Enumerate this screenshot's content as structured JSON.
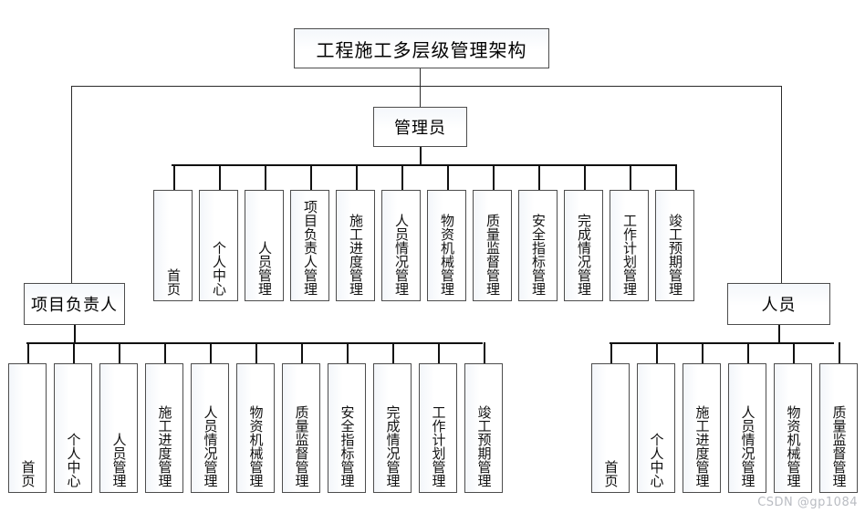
{
  "diagram": {
    "type": "org-chart",
    "title": "工程施工多层级管理架构",
    "watermark": "CSDN @gp1084",
    "levels": [
      {
        "level": 1,
        "nodes": [
          {
            "label": "工程施工多层级管理架构"
          }
        ]
      },
      {
        "level": 2,
        "nodes": [
          {
            "label": "管理员"
          },
          {
            "label": "项目负责人"
          },
          {
            "label": "人员"
          }
        ]
      }
    ],
    "root": {
      "label": "工程施工多层级管理架构"
    },
    "admin": {
      "label": "管理员",
      "children": [
        {
          "label": "首页"
        },
        {
          "label": "个人中心"
        },
        {
          "label": "人员管理"
        },
        {
          "label": "项目负责人管理"
        },
        {
          "label": "施工进度管理"
        },
        {
          "label": "人员情况管理"
        },
        {
          "label": "物资机械管理"
        },
        {
          "label": "质量监督管理"
        },
        {
          "label": "安全指标管理"
        },
        {
          "label": "完成情况管理"
        },
        {
          "label": "工作计划管理"
        },
        {
          "label": "竣工预期管理"
        }
      ]
    },
    "leader": {
      "label": "项目负责人",
      "children": [
        {
          "label": "首页"
        },
        {
          "label": "个人中心"
        },
        {
          "label": "人员管理"
        },
        {
          "label": "施工进度管理"
        },
        {
          "label": "人员情况管理"
        },
        {
          "label": "物资机械管理"
        },
        {
          "label": "质量监督管理"
        },
        {
          "label": "安全指标管理"
        },
        {
          "label": "完成情况管理"
        },
        {
          "label": "工作计划管理"
        },
        {
          "label": "竣工预期管理"
        }
      ]
    },
    "staff": {
      "label": "人员",
      "children": [
        {
          "label": "首页"
        },
        {
          "label": "个人中心"
        },
        {
          "label": "施工进度管理"
        },
        {
          "label": "人员情况管理"
        },
        {
          "label": "物资机械管理"
        },
        {
          "label": "质量监督管理"
        }
      ]
    },
    "colors": {
      "line": "#2b2b2b",
      "box_border": "#4d4d4d",
      "box_fill": "#ffffff",
      "text": "#111111",
      "watermark": "#b9bcc2"
    }
  }
}
